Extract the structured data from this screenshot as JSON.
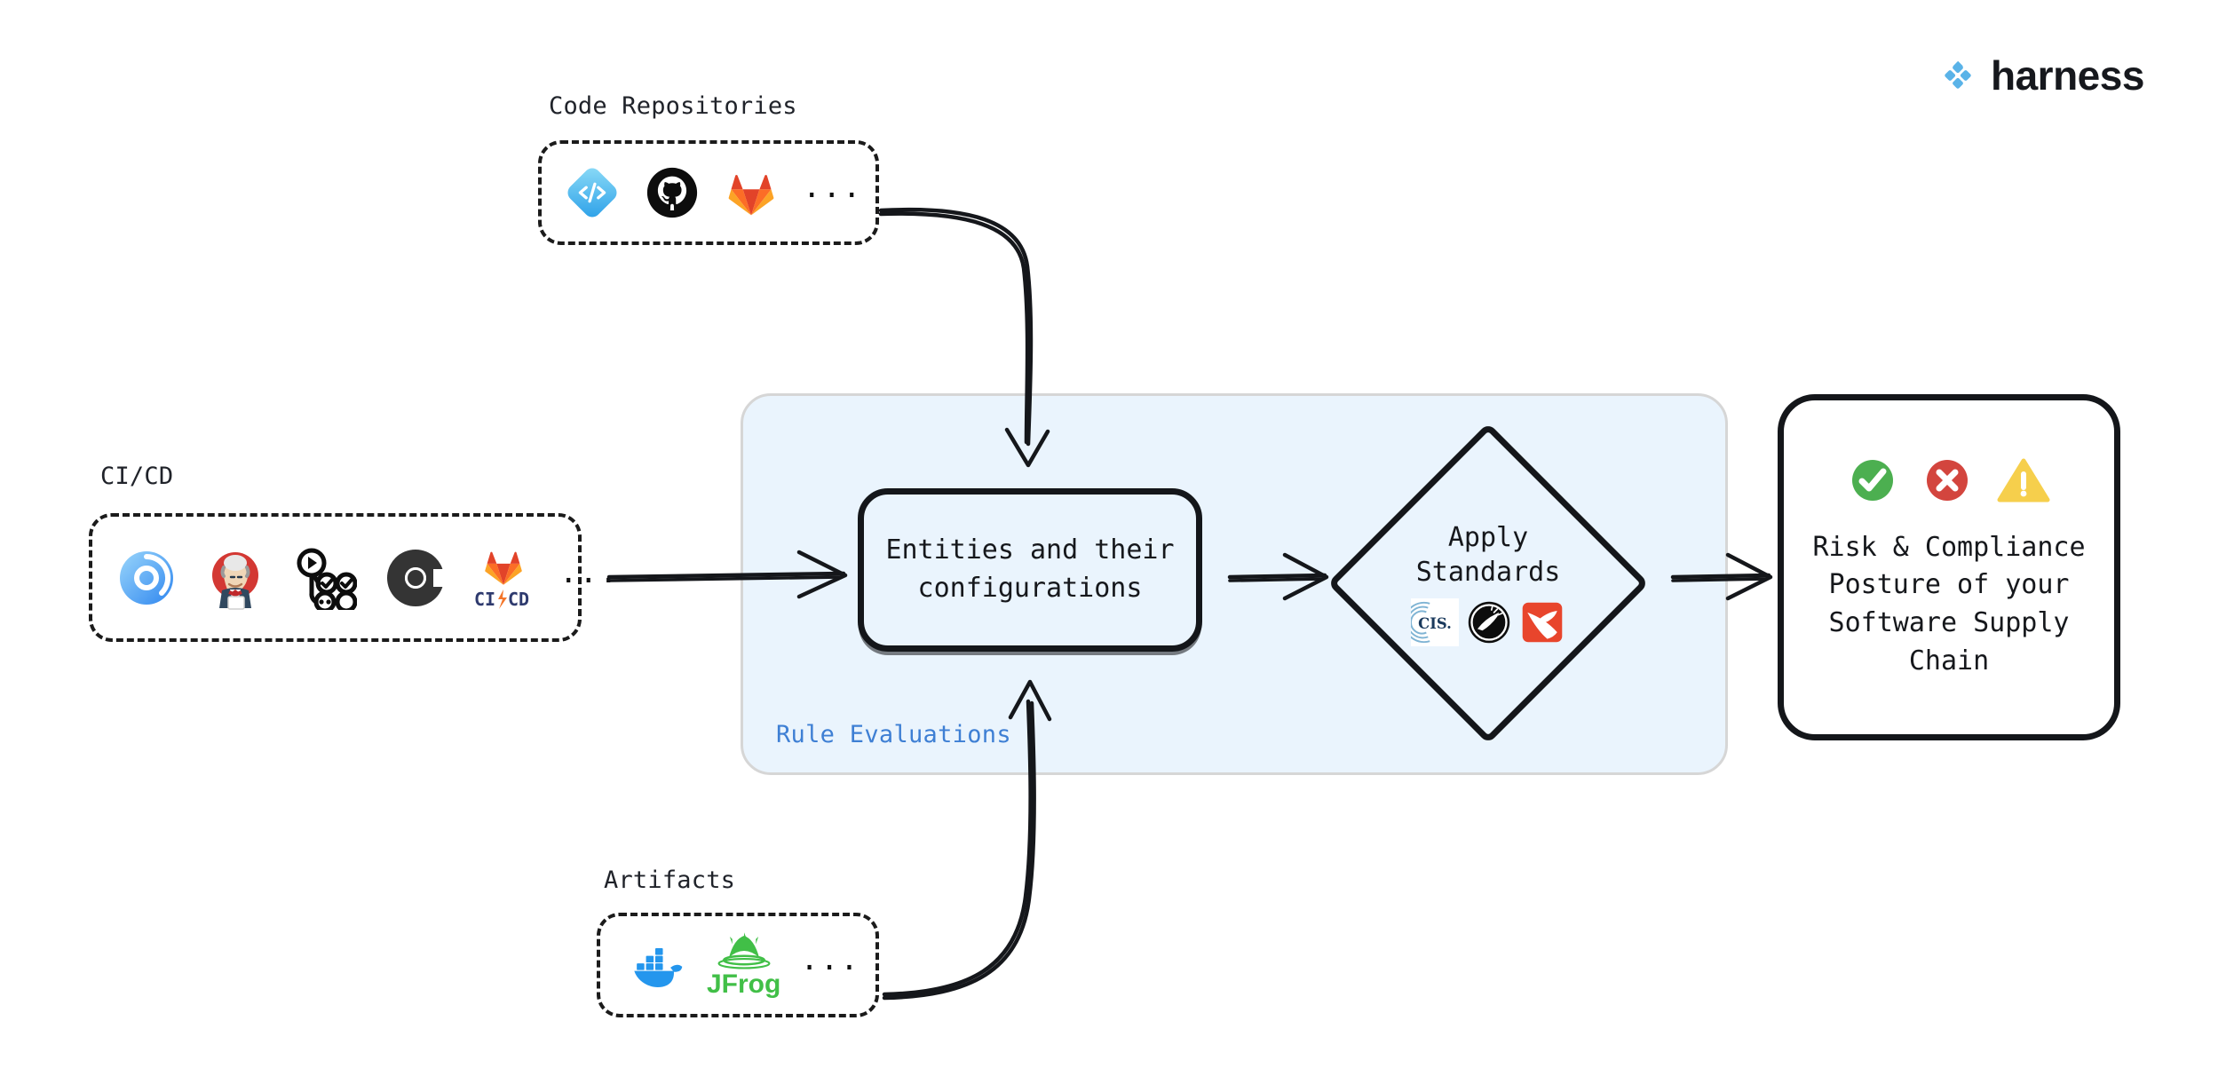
{
  "brand": {
    "name": "harness",
    "mark_icon": "harness-diamond-icon",
    "mark_color": "#5ab3e8",
    "wordmark_color": "#16181d"
  },
  "sources": [
    {
      "id": "code-repositories",
      "label": "Code Repositories",
      "ellipsis": "...",
      "icons": [
        {
          "name": "harness-code-icon",
          "label": "Harness Code",
          "color": "#4aa8e8"
        },
        {
          "name": "github-icon",
          "label": "GitHub",
          "color": "#0d0d0d"
        },
        {
          "name": "gitlab-icon",
          "label": "GitLab",
          "color": "#e24329"
        }
      ]
    },
    {
      "id": "ci-cd",
      "label": "CI/CD",
      "ellipsis": "...",
      "icons": [
        {
          "name": "harness-ci-icon",
          "label": "Harness CI",
          "color": "#4a9ff5"
        },
        {
          "name": "jenkins-icon",
          "label": "Jenkins",
          "color": "#d33833"
        },
        {
          "name": "github-actions-icon",
          "label": "GitHub Actions",
          "color": "#0d0d0d"
        },
        {
          "name": "circleci-icon",
          "label": "CircleCI",
          "color": "#343434"
        },
        {
          "name": "gitlab-cicd-icon",
          "label": "GitLab CI/CD",
          "color": "#e24329",
          "text": "CI/CD"
        }
      ]
    },
    {
      "id": "artifacts",
      "label": "Artifacts",
      "ellipsis": "...",
      "icons": [
        {
          "name": "docker-icon",
          "label": "Docker",
          "color": "#2496ed"
        },
        {
          "name": "jfrog-icon",
          "label": "JFrog",
          "color": "#41bf47",
          "text": "JFrog"
        }
      ]
    }
  ],
  "panel": {
    "label": "Rule Evaluations",
    "label_color": "#3e7fd4",
    "background": "#eaf4fd",
    "border_color": "#d6d6d6"
  },
  "entities": {
    "text": "Entities and their\nconfigurations"
  },
  "standards": {
    "text": "Apply\nStandards",
    "logos": [
      {
        "name": "cis-icon",
        "label": "CIS",
        "text": "CIS.",
        "color": "#1b3a5c"
      },
      {
        "name": "slsa-icon",
        "label": "SLSA",
        "color": "#0d0d0d"
      },
      {
        "name": "owasp-icon",
        "label": "OWASP",
        "color": "#e8452c"
      }
    ]
  },
  "outcome": {
    "text": "Risk & Compliance\nPosture of your\nSoftware Supply\nChain",
    "status_icons": [
      {
        "name": "check-circle-icon",
        "label": "Pass",
        "color": "#4caf50"
      },
      {
        "name": "error-circle-icon",
        "label": "Fail",
        "color": "#d3453e"
      },
      {
        "name": "warning-triangle-icon",
        "label": "Warning",
        "color": "#f6cf4c"
      }
    ]
  },
  "connectors": [
    {
      "name": "code-repos-to-entities-arrow",
      "from": "code-repositories",
      "to": "entities",
      "style": "curved-down"
    },
    {
      "name": "cicd-to-entities-arrow",
      "from": "ci-cd",
      "to": "entities",
      "style": "straight-right"
    },
    {
      "name": "artifacts-to-entities-arrow",
      "from": "artifacts",
      "to": "entities",
      "style": "curved-up"
    },
    {
      "name": "entities-to-standards-arrow",
      "from": "entities",
      "to": "standards",
      "style": "straight-right"
    },
    {
      "name": "standards-to-outcome-arrow",
      "from": "standards",
      "to": "outcome",
      "style": "straight-right"
    }
  ]
}
